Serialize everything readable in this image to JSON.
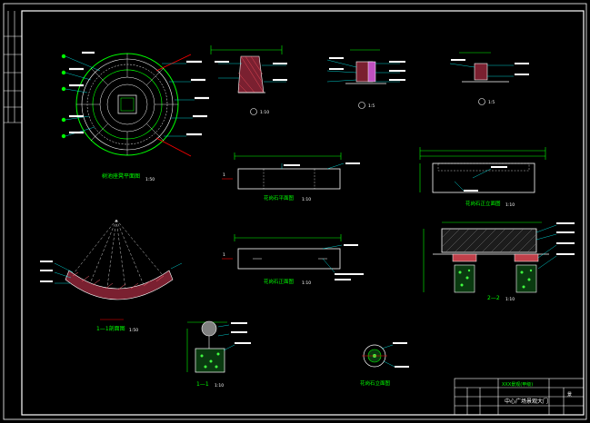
{
  "drawing": {
    "colors": {
      "background": "#000000",
      "frame": "#ffffff",
      "dimension": "#00ff00",
      "leader": "#00ffff",
      "text": "#ffffff",
      "accent_red": "#ff0000",
      "hatch_red": "#c0404a",
      "hatch_magenta": "#c050c0",
      "yellow": "#ffff00"
    },
    "views": {
      "round_plan": {
        "title": "树池座凳平面图",
        "scale": "1:50"
      },
      "detail_top_1": {
        "scale": "1:10"
      },
      "detail_top_2": {
        "scale": "1:5"
      },
      "detail_top_3": {
        "scale": "1:5"
      },
      "stone_plan_1": {
        "title": "花岗石平面图",
        "scale": "1:10",
        "mark": "1"
      },
      "stone_plan_2": {
        "title": "花岗石正面图",
        "scale": "1:10",
        "mark": "1"
      },
      "stone_elev": {
        "title": "花岗石正立面图",
        "scale": "1:10"
      },
      "section_1": {
        "title": "1—1剖面图",
        "scale": "1:50"
      },
      "section_2": {
        "title": "2—2",
        "scale": "1:10"
      },
      "section_1_small": {
        "title": "1—1",
        "scale": "1:10"
      },
      "small_round": {
        "title": "花岗石立面图"
      }
    },
    "title_block": {
      "drawing_name": "中心广场景观大门",
      "project": "XXX景观(甲级)",
      "sheet": "景"
    }
  }
}
